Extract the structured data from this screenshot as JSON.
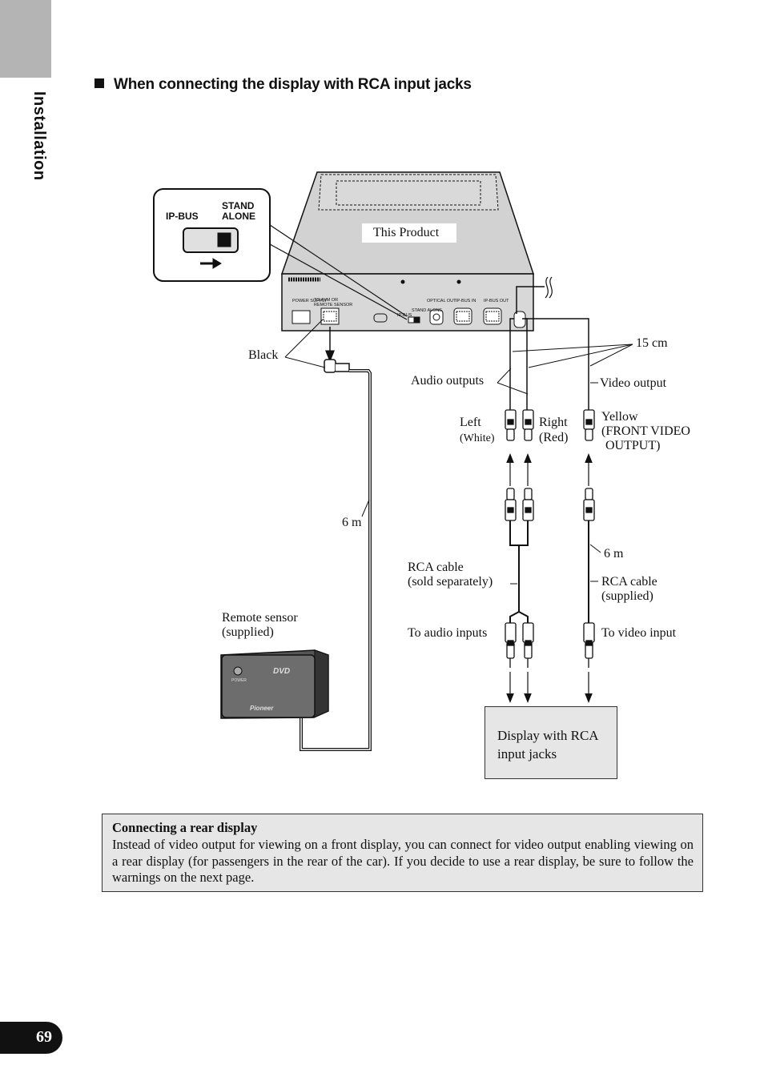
{
  "side_tab": {
    "label": "Installation"
  },
  "heading": {
    "text": "When connecting the display with RCA input jacks"
  },
  "diagram": {
    "switch_labels": {
      "ip_bus": "IP-BUS",
      "stand_alone_1": "STAND",
      "stand_alone_2": "ALONE"
    },
    "product_label": "This Product",
    "panel_labels": {
      "power_supply": "POWER SUPPLY",
      "to_avm": "TO AVM OR",
      "remote_sensor": "REMOTE SENSOR",
      "optical_out": "OPTICAL OUT",
      "ip_bus_in": "IP-BUS IN",
      "ip_bus_out": "IP-BUS OUT",
      "ip_bus_small": "IP-BUS",
      "stand_alone_small": "STAND ALONE"
    },
    "black": "Black",
    "fifteen_cm": "15 cm",
    "audio_outputs": "Audio outputs",
    "video_output": "Video output",
    "left": "Left",
    "white": "(White)",
    "right": "Right",
    "red": "(Red)",
    "yellow": "Yellow",
    "front_video_1": "(FRONT VIDEO",
    "front_video_2": "OUTPUT)",
    "six_m_left": "6 m",
    "six_m_right": "6 m",
    "rca_cable_sold_1": "RCA cable",
    "rca_cable_sold_2": "(sold separately)",
    "rca_cable_supplied_1": "RCA cable",
    "rca_cable_supplied_2": "(supplied)",
    "remote_sensor_1": "Remote sensor",
    "remote_sensor_2": "(supplied)",
    "to_audio_inputs": "To audio inputs",
    "to_video_input": "To video input",
    "display_box_1": "Display with RCA",
    "display_box_2": "input jacks",
    "sensor_power": "POWER",
    "sensor_dvd": "DVD",
    "sensor_brand": "Pioneer"
  },
  "note": {
    "title": "Connecting a rear display",
    "body": "Instead of video output for viewing on a front display, you can connect for video output enabling viewing on a rear display (for passengers in the rear of the car). If you decide to use a rear display, be sure to follow the warnings on the next page."
  },
  "page_number": "69"
}
